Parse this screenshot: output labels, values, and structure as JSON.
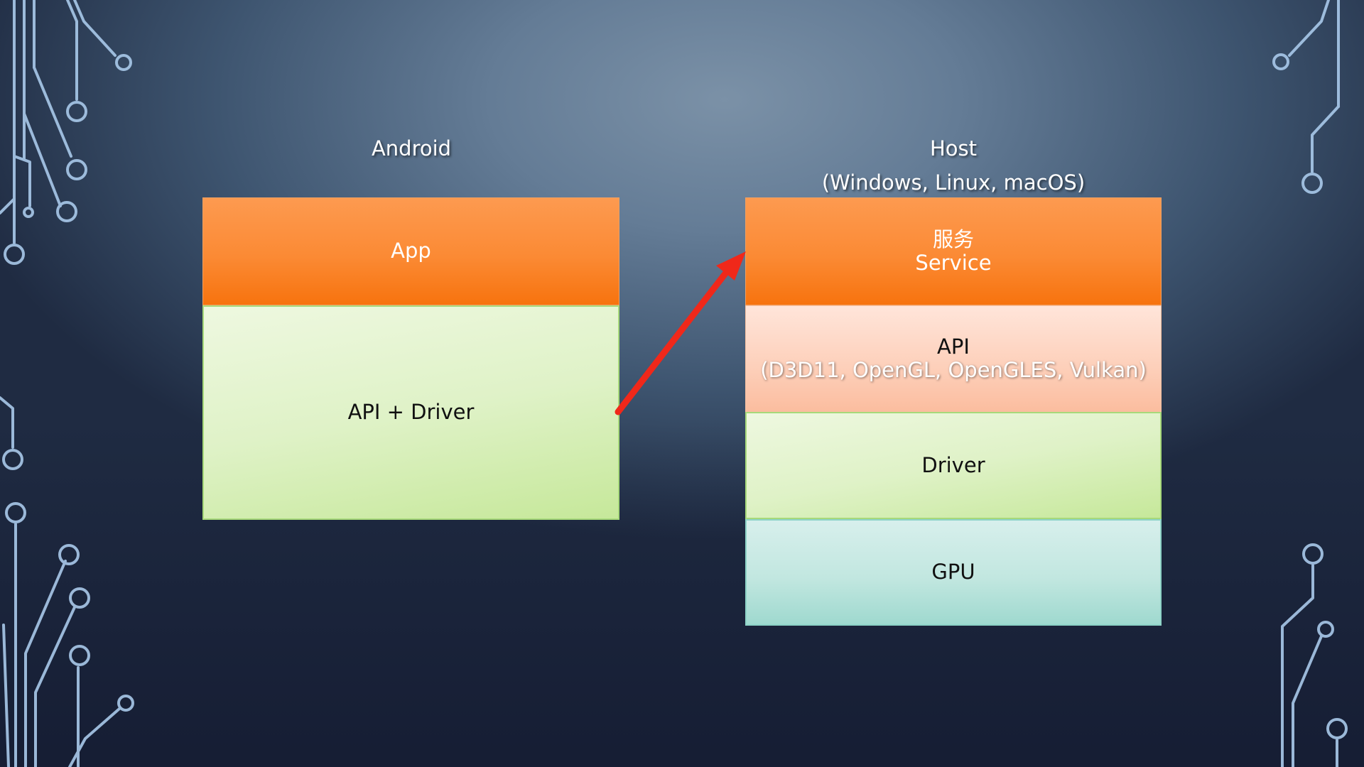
{
  "android": {
    "title": "Android",
    "app_label": "App",
    "stack_label": "API + Driver"
  },
  "host": {
    "title": "Host",
    "subtitle": "(Windows, Linux, macOS)",
    "service_cn": "服务",
    "service_en": "Service",
    "api_label": "API",
    "api_detail": "(D3D11, OpenGL, OpenGLES, Vulkan)",
    "driver_label": "Driver",
    "gpu_label": "GPU"
  },
  "colors": {
    "orange": "#fb8a34",
    "green": "#dff2c7",
    "salmon": "#fdcfb9",
    "teal": "#c2e7e0",
    "arrow": "#f0281a",
    "circuit": "#a9c9ea"
  },
  "icons": {
    "arrow": "arrow-android-to-service-icon",
    "decoration": "circuit-decoration-icon"
  }
}
